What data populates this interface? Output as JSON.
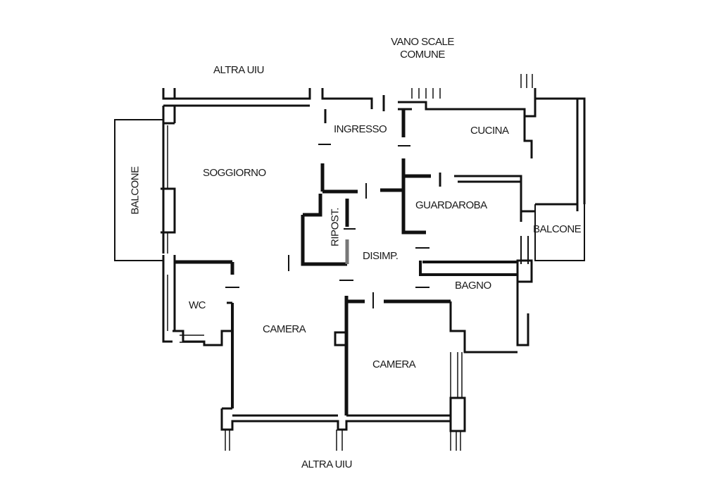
{
  "title": "Floor plan",
  "labels": {
    "vano_scale": "VANO SCALE",
    "comune": "COMUNE",
    "altra_uiu_top": "ALTRA UIU",
    "altra_uiu_bottom": "ALTRA UIU",
    "balcone_left": "BALCONE",
    "balcone_right": "BALCONE",
    "soggiorno": "SOGGIORNO",
    "ingresso": "INGRESSO",
    "cucina": "CUCINA",
    "guardaroba": "GUARDAROBA",
    "ripost": "RIPOST.",
    "disimp": "DISIMP.",
    "bagno": "BAGNO",
    "wc": "WC",
    "camera_left": "CAMERA",
    "camera_right": "CAMERA"
  },
  "colors": {
    "wall": "#111111",
    "background": "#ffffff"
  }
}
